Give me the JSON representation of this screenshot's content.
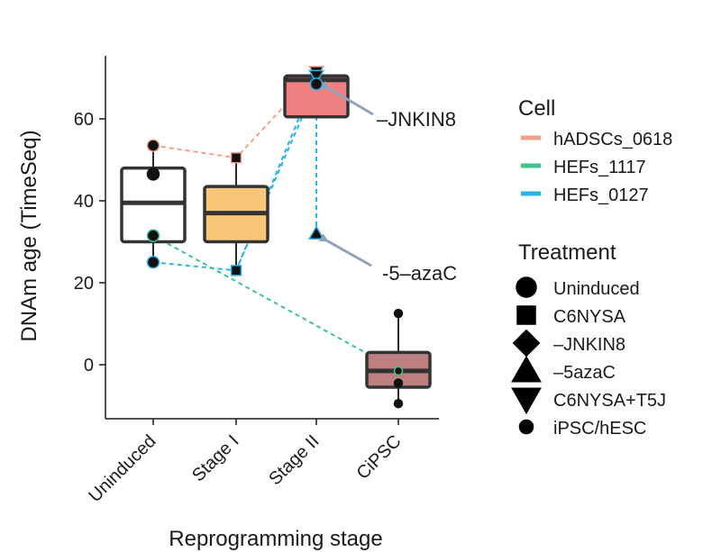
{
  "chart_data": {
    "type": "box",
    "xlabel": "Reprogramming stage",
    "ylabel": "DNAm age (TimeSeq)",
    "categories": [
      "Uninduced",
      "Stage I",
      "Stage II",
      "CiPSC"
    ],
    "ylim": [
      -11,
      76
    ],
    "yticks": [
      0,
      20,
      40,
      60
    ],
    "boxes": [
      {
        "category": "Uninduced",
        "q1": 30,
        "median": 39.5,
        "q3": 48,
        "whisker_low": 25,
        "whisker_high": 53,
        "fill": "#ffffff"
      },
      {
        "category": "Stage I",
        "q1": 30,
        "median": 37,
        "q3": 43.5,
        "whisker_low": 23,
        "whisker_high": 50,
        "fill": "#f9c77a"
      },
      {
        "category": "Stage II",
        "q1": 60.5,
        "median": 69.5,
        "q3": 70.5,
        "whisker_low": 61,
        "whisker_high": 71,
        "fill": "#f08080"
      },
      {
        "category": "CiPSC",
        "q1": -5.5,
        "median": -1.5,
        "q3": 3,
        "whisker_low": -9.5,
        "whisker_high": 12.5,
        "fill": "#bd7f80"
      }
    ],
    "points": [
      {
        "category": "Uninduced",
        "y": 53.5,
        "cell": "hADSCs_0618",
        "treatment": "Uninduced"
      },
      {
        "category": "Uninduced",
        "y": 46.5,
        "cell": "",
        "treatment": "Uninduced"
      },
      {
        "category": "Uninduced",
        "y": 31.5,
        "cell": "HEFs_1117",
        "treatment": "Uninduced"
      },
      {
        "category": "Uninduced",
        "y": 25,
        "cell": "HEFs_0127",
        "treatment": "Uninduced"
      },
      {
        "category": "Stage I",
        "y": 50.5,
        "cell": "hADSCs_0618",
        "treatment": "C6NYSA"
      },
      {
        "category": "Stage I",
        "y": 23,
        "cell": "HEFs_0127",
        "treatment": "C6NYSA"
      },
      {
        "category": "Stage II",
        "y": 71.5,
        "cell": "hADSCs_0618",
        "treatment": "C6NYSA+T5J"
      },
      {
        "category": "Stage II",
        "y": 70.5,
        "cell": "HEFs_0127",
        "treatment": "C6NYSA+T5J"
      },
      {
        "category": "Stage II",
        "y": 68.5,
        "cell": "HEFs_0127",
        "treatment": "-JNKIN8"
      },
      {
        "category": "Stage II",
        "y": 32,
        "cell": "HEFs_0127",
        "treatment": "-5azaC"
      },
      {
        "category": "CiPSC",
        "y": 12.5,
        "cell": "",
        "treatment": "iPSC/hESC"
      },
      {
        "category": "CiPSC",
        "y": -1.5,
        "cell": "HEFs_1117",
        "treatment": "iPSC/hESC"
      },
      {
        "category": "CiPSC",
        "y": -4.5,
        "cell": "",
        "treatment": "iPSC/hESC"
      },
      {
        "category": "CiPSC",
        "y": -9.5,
        "cell": "",
        "treatment": "iPSC/hESC"
      }
    ],
    "trajectories": [
      {
        "cell": "hADSCs_0618",
        "path": [
          [
            "Uninduced",
            53.5
          ],
          [
            "Stage I",
            50.5
          ],
          [
            "Stage II",
            71.5
          ]
        ]
      },
      {
        "cell": "HEFs_0127",
        "path": [
          [
            "Uninduced",
            25
          ],
          [
            "Stage I",
            23
          ],
          [
            "Stage II",
            70.5
          ]
        ]
      },
      {
        "cell": "HEFs_0127",
        "path": [
          [
            "Stage I",
            23
          ],
          [
            "Stage II",
            68.5
          ],
          [
            "Stage II",
            32
          ]
        ]
      },
      {
        "cell": "HEFs_1117",
        "path": [
          [
            "Uninduced",
            31.5
          ],
          [
            "CiPSC",
            -1.5
          ]
        ]
      }
    ],
    "annotations": [
      {
        "text": "–JNKIN8",
        "target": [
          "Stage II",
          68.5
        ]
      },
      {
        "text": "-5–azaC",
        "target": [
          "Stage II",
          32
        ]
      }
    ],
    "legend": {
      "cell_title": "Cell",
      "cells": [
        {
          "name": "hADSCs_0618",
          "color": "#f2a08a"
        },
        {
          "name": "HEFs_1117",
          "color": "#3cc48a"
        },
        {
          "name": "HEFs_0127",
          "color": "#2ab4e8"
        }
      ],
      "treatment_title": "Treatment",
      "treatments": [
        {
          "name": "Uninduced",
          "shape": "circle"
        },
        {
          "name": "C6NYSA",
          "shape": "square"
        },
        {
          "name": "–JNKIN8",
          "shape": "diamond"
        },
        {
          "name": "–5azaC",
          "shape": "triangle-up"
        },
        {
          "name": "C6NYSA+T5J",
          "shape": "triangle-down"
        },
        {
          "name": "iPSC/hESC",
          "shape": "small-circle"
        }
      ]
    },
    "grid": false
  }
}
